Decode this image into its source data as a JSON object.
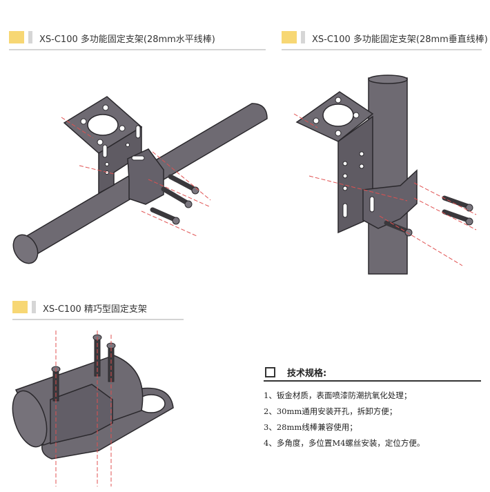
{
  "sections": {
    "horizontal": {
      "title": "XS-C100 多功能固定支架(28mm水平线棒)"
    },
    "vertical": {
      "title": "XS-C100 多功能固定支架(28mm垂直线棒)"
    },
    "compact": {
      "title": "XS-C100 精巧型固定支架"
    }
  },
  "specs": {
    "heading": "技术规格:",
    "items": [
      "1、钣金材质，表面喷漆防潮抗氧化处理；",
      "2、30mm通用安装开孔，拆卸方便；",
      "3、28mm线棒兼容使用；",
      "4、多角度，多位置M4螺丝安装，定位方便。"
    ]
  },
  "colors": {
    "accent_yellow": "#f7d774",
    "metal_gray": "#6e6a72",
    "guide_red": "#e05050"
  }
}
